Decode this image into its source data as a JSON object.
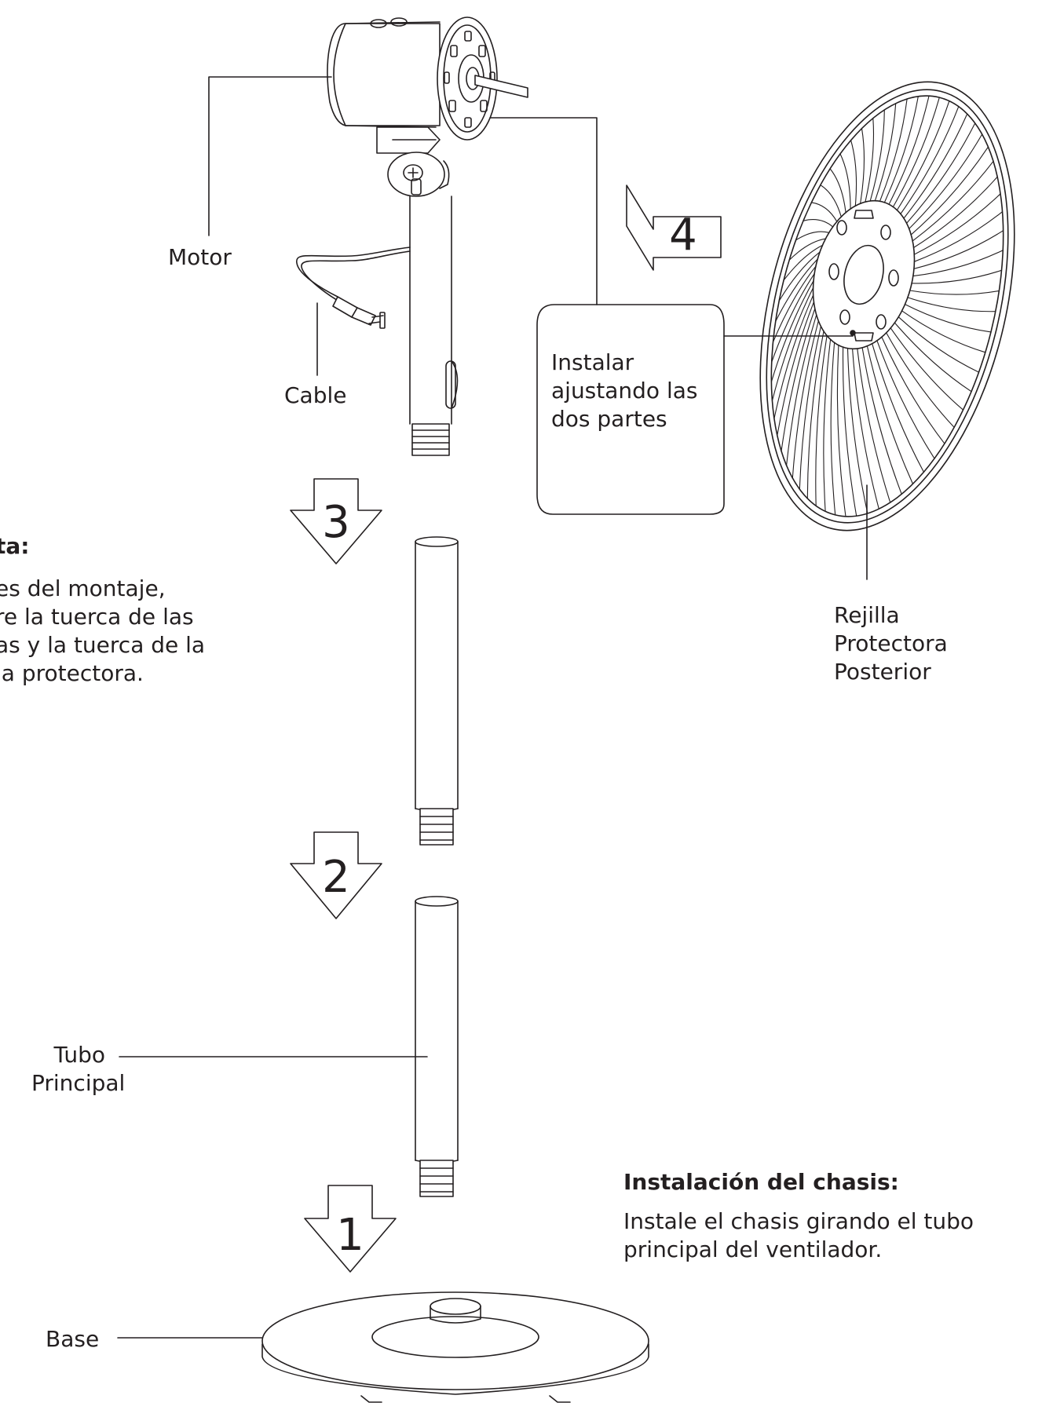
{
  "labels": {
    "motor": "Motor",
    "cable": "Cable",
    "tubo": [
      "Tubo",
      "Principal"
    ],
    "base": "Base",
    "rejilla": [
      "Rejilla",
      "Protectora",
      "Posterior"
    ]
  },
  "callout": [
    "Instalar",
    "ajustando las",
    "dos partes"
  ],
  "nota": {
    "heading": "ta:",
    "lines": [
      "es del montaje,",
      "re la tuerca de las",
      "as y la tuerca de la",
      "la protectora."
    ]
  },
  "chasis": {
    "heading": "Instalación del chasis:",
    "lines": [
      "Instale el chasis girando el tubo",
      "principal del ventilador."
    ]
  },
  "steps": [
    "1",
    "2",
    "3",
    "4"
  ],
  "colors": {
    "ink": "#231f20",
    "paper": "#ffffff"
  }
}
